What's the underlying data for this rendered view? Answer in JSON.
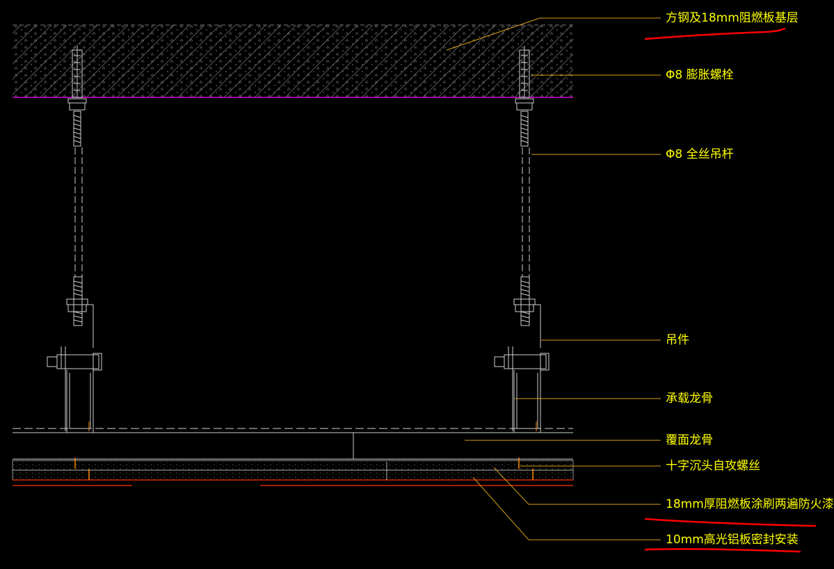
{
  "drawing": {
    "background": "#000000",
    "label_color": "#ffff00",
    "leader_color": "#d4a017",
    "ceiling_line_color": "#d400d4",
    "markup_color": "#ff0000",
    "panel_edge_color": "#ff3300"
  },
  "labels": {
    "slab": "方钢及18mm阻燃板基层",
    "expansion_bolt": "Φ8 膨胀螺栓",
    "hanger_rod": "Φ8 全丝吊杆",
    "hanger": "吊件",
    "main_keel": "承载龙骨",
    "cover_keel": "覆面龙骨",
    "screw": "十字沉头自攻螺丝",
    "fireproof_board": "18mm厚阻燃板涂刷两遍防火漆",
    "aluminum_panel": "10mm高光铝板密封安装"
  },
  "icons": {
    "hatch": "concrete-hatch-icon",
    "bolt": "expansion-bolt-icon",
    "rod": "threaded-rod-icon",
    "hanger": "hanger-clip-icon",
    "keel": "c-channel-keel-icon"
  }
}
